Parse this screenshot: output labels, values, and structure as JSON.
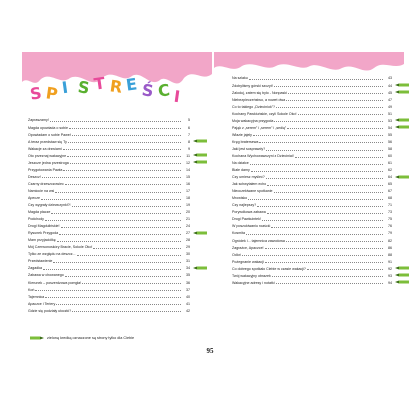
{
  "heading_letters": [
    "S",
    "P",
    "I",
    "S",
    "T",
    "R",
    "E",
    "Ś",
    "C",
    "I"
  ],
  "heading_colors": [
    "#e84a9a",
    "#f0a020",
    "#3aa0d8",
    "#5ab030",
    "#e84a9a",
    "#f0a020",
    "#3aa0d8",
    "#9a5ac8",
    "#5ab030",
    "#e84a9a"
  ],
  "colors": {
    "drip": "#f2a6c8",
    "drip_dark": "#e278ad",
    "pen_body": "#7cbe3a",
    "pen_tip": "#3c6e18"
  },
  "left_column": [
    {
      "title": "Zapraszamy!",
      "page": "5",
      "pen": false
    },
    {
      "title": "Magda opowiada o sobie",
      "page": "6",
      "pen": false
    },
    {
      "title": "Opowiadam o sobie Paweł",
      "page": "7",
      "pen": false
    },
    {
      "title": "A teraz przedstaw się Ty",
      "page": "8",
      "pen": true
    },
    {
      "title": "Wakacje za drzwiami",
      "page": "9",
      "pen": false
    },
    {
      "title": "Oto przeznaj wakacyjne",
      "page": "11",
      "pen": true
    },
    {
      "title": "Jeszcze jedna przestroga",
      "page": "12",
      "pen": true
    },
    {
      "title": "Przygotowania Pawła",
      "page": "14",
      "pen": false
    },
    {
      "title": "Deszcz!",
      "page": "15",
      "pen": false
    },
    {
      "title": "Czarny drzeszczowiec",
      "page": "16",
      "pen": false
    },
    {
      "title": "Namiocie na wsi",
      "page": "17",
      "pen": false
    },
    {
      "title": "Apecze",
      "page": "18",
      "pen": false
    },
    {
      "title": "Czy wygrały dziewczynki?!",
      "page": "19",
      "pen": false
    },
    {
      "title": "Magda płacze",
      "page": "20",
      "pen": false
    },
    {
      "title": "Podchody",
      "page": "21",
      "pen": false
    },
    {
      "title": "Drogi Magdulińskie!",
      "page": "24",
      "pen": false
    },
    {
      "title": "Rysunek Przygoda",
      "page": "27",
      "pen": true
    },
    {
      "title": "Mam przyjaciółkę",
      "page": "28",
      "pen": false
    },
    {
      "title": "Mój Czerwonoskóry Bracie, Sokole Oko!",
      "page": "29",
      "pen": false
    },
    {
      "title": "Tylko ze względu na deszcz...",
      "page": "30",
      "pen": false
    },
    {
      "title": "Przedstawienie",
      "page": "31",
      "pen": false
    },
    {
      "title": "Zagadka",
      "page": "34",
      "pen": true
    },
    {
      "title": "Zabawa w chowanego",
      "page": "35",
      "pen": false
    },
    {
      "title": "Kierunek – poszerdzowa pomgła!",
      "page": "36",
      "pen": false
    },
    {
      "title": "Koń",
      "page": "37",
      "pen": false
    },
    {
      "title": "Tajemnica",
      "page": "40",
      "pen": false
    },
    {
      "title": "Apaczce i Teriery",
      "page": "41",
      "pen": false
    },
    {
      "title": "Gdzie się podziały ułoczki?",
      "page": "42",
      "pen": false
    }
  ],
  "right_column": [
    {
      "title": "Na szlaku",
      "page": "43",
      "pen": false
    },
    {
      "title": "Zdobyliśmy górski szczyt!",
      "page": "44",
      "pen": true
    },
    {
      "title": "Zaloduj, zatem się było - Nonpaski",
      "page": "45",
      "pen": true
    },
    {
      "title": "Niebezpieczeństwo, a nowet dwa",
      "page": "47",
      "pen": false
    },
    {
      "title": "Co to takiego „Dzieciniok”?",
      "page": "49",
      "pen": false
    },
    {
      "title": "Kochany Pawkiuńskie, czyli Sokole Oko!",
      "page": "51",
      "pen": false
    },
    {
      "title": "Moja wakacyjna przygoda",
      "page": "53",
      "pen": true
    },
    {
      "title": "Pająk z „serem” i „serem” i „sedią”",
      "page": "54",
      "pen": true
    },
    {
      "title": "Włazie jajeły",
      "page": "55",
      "pen": false
    },
    {
      "title": "Kręg bratersewa",
      "page": "56",
      "pen": false
    },
    {
      "title": "Jaki jest sosprawdy?",
      "page": "58",
      "pen": false
    },
    {
      "title": "Kochana Wychowawczyni z Dzieciniai!",
      "page": "60",
      "pen": false
    },
    {
      "title": "Na działce",
      "page": "61",
      "pen": false
    },
    {
      "title": "Białe damy",
      "page": "62",
      "pen": false
    },
    {
      "title": "Czy umiesz myśleć?",
      "page": "64",
      "pen": true
    },
    {
      "title": "Jak schwytałem echo",
      "page": "65",
      "pen": false
    },
    {
      "title": "Nieoczekiwane spotkanie",
      "page": "67",
      "pen": false
    },
    {
      "title": "Mrowisko",
      "page": "68",
      "pen": false
    },
    {
      "title": "Czy najlepszy?",
      "page": "71",
      "pen": false
    },
    {
      "title": "Porywdkowa zabawa",
      "page": "73",
      "pen": false
    },
    {
      "title": "Drogi Pawkuintek!",
      "page": "75",
      "pen": false
    },
    {
      "title": "W poszukiwaniu roaścić",
      "page": "76",
      "pen": false
    },
    {
      "title": "Kosmita",
      "page": "79",
      "pen": false
    },
    {
      "title": "Ogródek i... tajemnica zawodowa",
      "page": "82",
      "pen": false
    },
    {
      "title": "Zagrażce, Apaczce!",
      "page": "86",
      "pen": false
    },
    {
      "title": "Odlot",
      "page": "88",
      "pen": false
    },
    {
      "title": "Pożegnanie wakacji",
      "page": "91",
      "pen": false
    },
    {
      "title": "Co dobrego spotkało Ciebie w czasie wakacji?",
      "page": "92",
      "pen": true
    },
    {
      "title": "Twój wakacyjny obrazek",
      "page": "93",
      "pen": true
    },
    {
      "title": "Wakacyjne adresy i notatki",
      "page": "94",
      "pen": true
    }
  ],
  "legend": "zieloną kredką oznaczone są strony tylko dla Ciebie",
  "page_number": "95"
}
